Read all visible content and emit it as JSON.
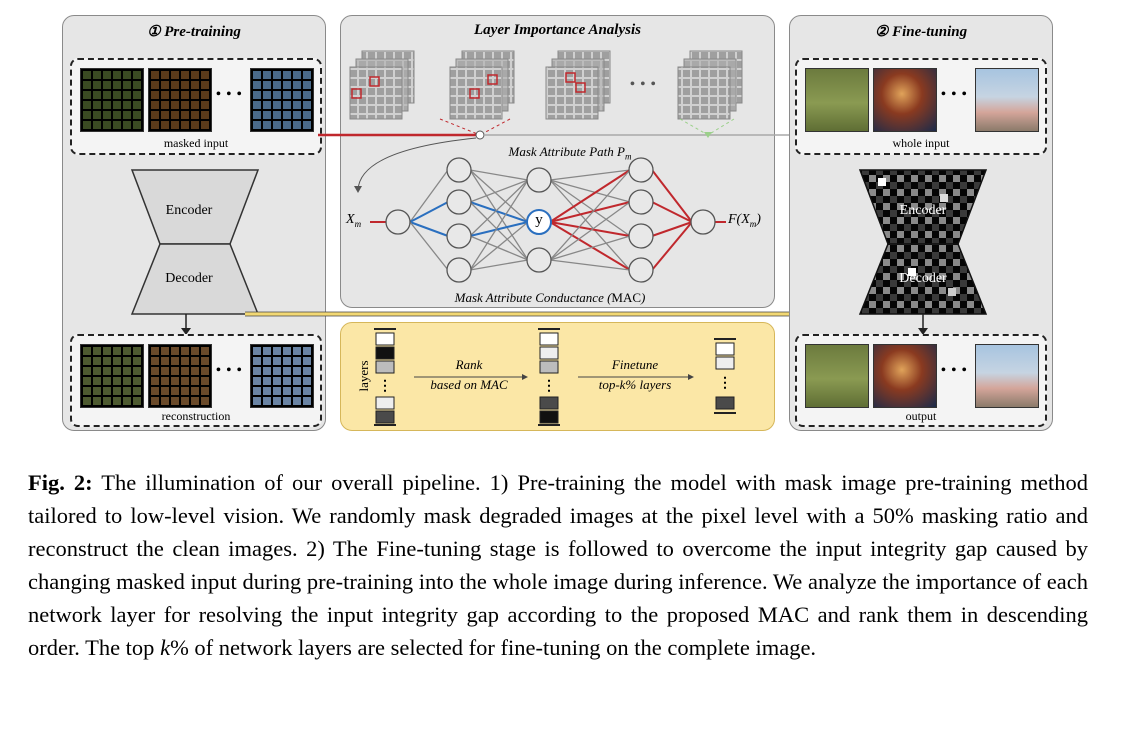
{
  "pretraining": {
    "title": "① Pre-training",
    "masked_input_label": "masked input",
    "encoder_label": "Encoder",
    "decoder_label": "Decoder",
    "reconstruction_label": "reconstruction"
  },
  "analysis": {
    "title": "Layer Importance Analysis",
    "path_label_main": "Mask Attribute Path ",
    "path_label_sym": "P",
    "path_label_sub": "m",
    "input_label_main": "X",
    "input_label_sub": "m",
    "node_label": "y",
    "output_label_pre": "F(",
    "output_label_main": "X",
    "output_label_sub": "m",
    "output_label_post": ")",
    "mac_label_pre": "Mask Attribute Conductance (",
    "mac_label_abbr": "MAC",
    "mac_label_post": ")"
  },
  "ranking": {
    "layers_label": "layers",
    "rank_line1": "Rank",
    "rank_line2": "based on MAC",
    "finetune_line1": "Finetune",
    "finetune_line2": "top-k% layers"
  },
  "finetuning": {
    "title": "② Fine-tuning",
    "whole_input_label": "whole input",
    "encoder_label": "Encoder",
    "decoder_label": "Decoder",
    "output_label": "output"
  },
  "ellipsis": "• • •",
  "caption": {
    "lead": "Fig. 2:",
    "body": " The illumination of our overall pipeline. 1) Pre-training the model with mask image pre-training method tailored to low-level vision. We randomly mask degraded images at the pixel level with a 50% masking ratio and reconstruct the clean images. 2) The Fine-tuning stage is followed to overcome the input integrity gap caused by changing masked input during pre-training into the whole image during inference. We analyze the importance of each network layer for resolving the input integrity gap according to the proposed MAC and rank them in descending order. The top ",
    "k": "k",
    "tail": "% of network layers are selected for fine-tuning on the complete image."
  },
  "colors": {
    "red_path": "#c0282d",
    "blue_path": "#2a6fbf",
    "yellow_box": "#fbe7a6",
    "yellow_arrow": "#f2d873",
    "green_path": "#9bd08a"
  }
}
